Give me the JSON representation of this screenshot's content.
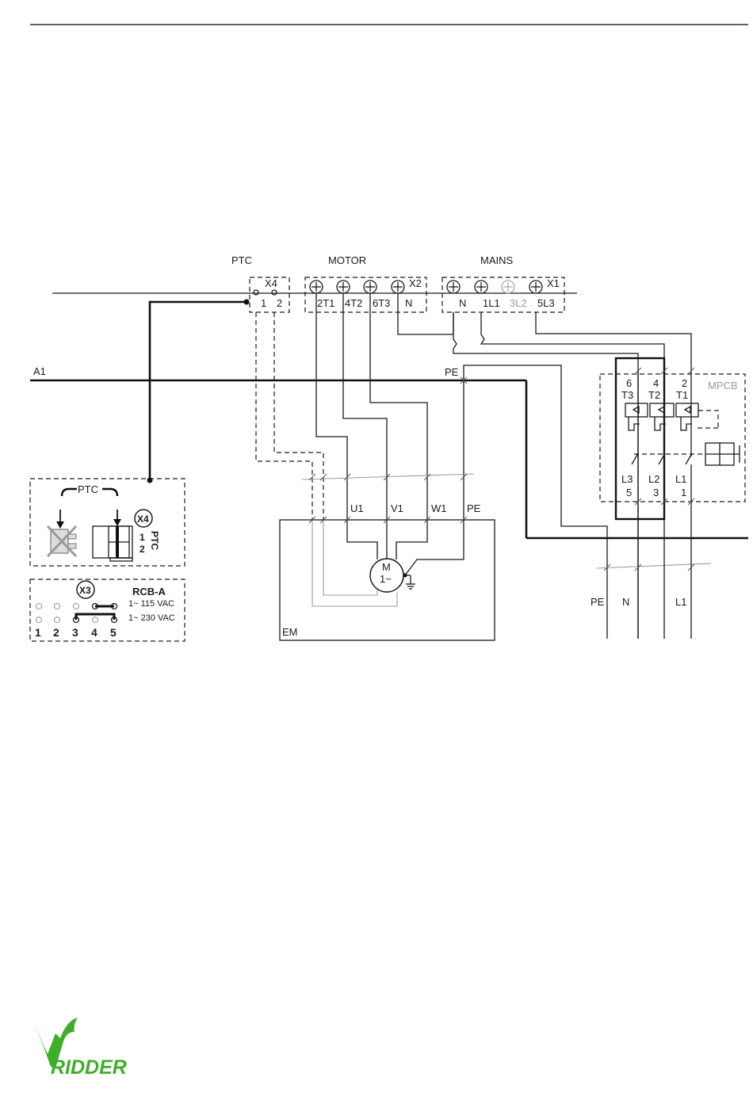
{
  "colors": {
    "line": "#1a1a1a",
    "grey": "#9a9a9a",
    "brand_green": "#3fae2a",
    "rule": "#2a2a3a"
  },
  "groups": {
    "ptc": "PTC",
    "motor": "MOTOR",
    "mains": "MAINS"
  },
  "connectors": {
    "x4": "X4",
    "x2": "X2",
    "x1": "X1",
    "x3": "X3"
  },
  "x4_terminals": [
    "1",
    "2"
  ],
  "x2_terminals": [
    "2T1",
    "4T2",
    "6T3",
    "N"
  ],
  "x1_terminals": [
    "N",
    "1L1",
    "3L2",
    "5L3"
  ],
  "bus": {
    "a1": "A1",
    "pe": "PE"
  },
  "motor": {
    "phases": [
      "U1",
      "V1",
      "W1",
      "PE"
    ],
    "symbol_m": "M",
    "symbol_phase": "1~",
    "enclosure": "EM"
  },
  "mpcb": {
    "label": "MPCB",
    "top_numbers": [
      "6",
      "4",
      "2"
    ],
    "top_labels": [
      "T3",
      "T2",
      "T1"
    ],
    "bottom_labels": [
      "L3",
      "L2",
      "L1"
    ],
    "bottom_numbers": [
      "5",
      "3",
      "1"
    ]
  },
  "supply": [
    "PE",
    "N",
    "L1"
  ],
  "ptc_detail": {
    "title": "PTC",
    "connector": "X4",
    "pins": [
      "1",
      "2"
    ],
    "pin_label": "PTC"
  },
  "rcb_detail": {
    "title": "RCB-A",
    "connector": "X3",
    "option_115": "1~ 115 VAC",
    "option_230": "1~ 230 VAC",
    "pins": [
      "1",
      "2",
      "3",
      "4",
      "5"
    ]
  },
  "logo": {
    "text": "RIDDER"
  }
}
